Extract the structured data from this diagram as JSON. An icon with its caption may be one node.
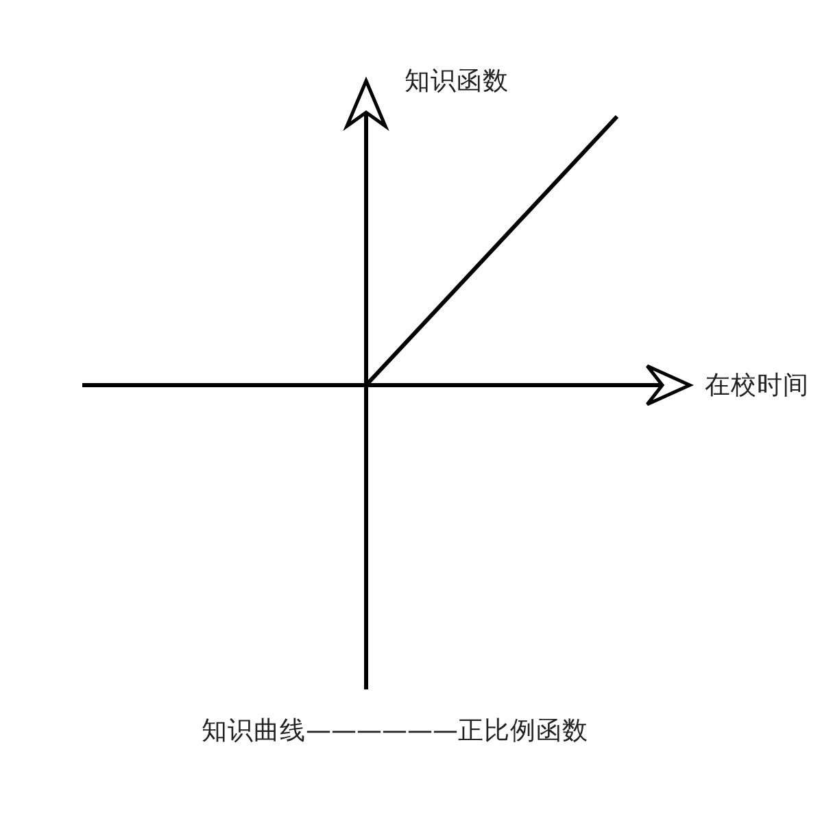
{
  "diagram": {
    "caption": "知识曲线——————正比例函数",
    "labels": [
      "知识函数",
      "在校时间"
    ]
  }
}
